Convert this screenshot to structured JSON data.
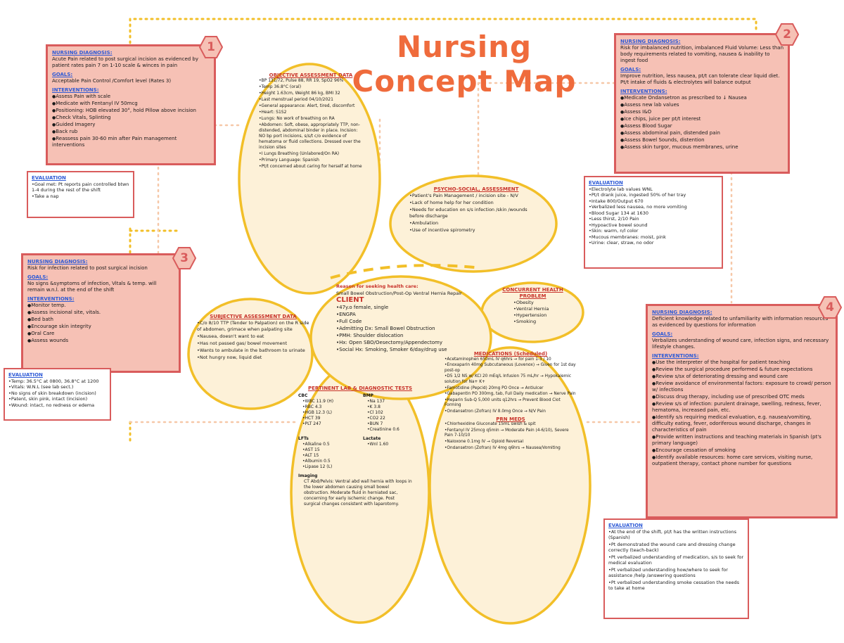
{
  "page_title": "Nursing Concept Map",
  "numbers": [
    "1",
    "2",
    "3",
    "4"
  ],
  "dx1": {
    "nursing_diagnosis_label": "NURSING DIAGNOSIS:",
    "nursing_diagnosis": "Acute Pain related to post surgical incision as evidenced by patient rates pain 7 on 1-10 scale & winces in pain",
    "goals_label": "GOALS:",
    "goals": "Acceptable Pain Control /Comfort level (Rates 3)",
    "interventions_label": "INTERVENTIONS:",
    "interventions": [
      "Assess Pain with scale",
      "Medicate with Fentanyl IV 50mcg",
      "Positioning: HOB elevated 30°, hold Pillow above incision",
      "Check Vitals, Splinting",
      "Guided Imagery",
      "Back rub",
      "Reassess pain 30-60 min after Pain management interventions"
    ],
    "evaluation_label": "EVALUATION",
    "evaluation": [
      "Goal met: Pt reports pain controlled btwn 1-4 during the rest of the shift",
      "Take a nap"
    ]
  },
  "dx2": {
    "nursing_diagnosis_label": "NURSING DIAGNOSIS:",
    "nursing_diagnosis": "Risk for imbalanced nutrition, imbalanced Fluid Volume: Less than body requirements related to vomiting, nausea & inability to ingest food",
    "goals_label": "GOALS:",
    "goals": "Improve nutrition, less nausea, pt/t can tolerate clear liquid diet. Pt/t intake of fluids & electrolytes will balance output",
    "interventions_label": "INTERVENTIONS:",
    "interventions": [
      "Medicate Ondansetron as prescribed to ↓ Nausea",
      "Assess new lab values",
      "Assess I&O",
      "Ice chips, juice per pt/t interest",
      "Assess Blood Sugar",
      "Assess abdominal pain, distended pain",
      "Assess Bowel Sounds, distention",
      "Assess skin turgor, mucous membranes, urine"
    ],
    "evaluation_label": "EVALUATION",
    "evaluation": [
      "Electrolyte lab values WNL",
      "Pt/t drank juice, ingested 50% of her tray",
      "Intake 800/Output 670",
      "Verbalized less nausea, no more vomiting",
      "Blood Sugar 134 at 1630",
      "Less thirst, 2/10 Pain",
      "Hypoactive bowel sound",
      "Skin: warm, n/l color",
      "Mucous membranes: moist, pink",
      "Urine: clear, straw, no odor"
    ]
  },
  "dx3": {
    "nursing_diagnosis_label": "NURSING DIAGNOSIS:",
    "nursing_diagnosis": "Risk for infection related to post surgical incision",
    "goals_label": "GOALS:",
    "goals": "No signs &symptoms of infection, Vitals & temp. will remain w.n.l. at the end of the shift",
    "interventions_label": "INTERVENTIONS:",
    "interventions": [
      "Monitor temp.",
      "Assess incisional site, vitals.",
      "Bed bath",
      "Encourage skin integrity",
      "Oral Care",
      "Assess wounds"
    ],
    "evaluation_label": "EVALUATION",
    "evaluation": [
      "Temp: 36.5°C at 0800, 36.8°C at 1200",
      "Vitals: W.N.L (see lab sect.)",
      "No signs of skin breakdown (incision)",
      "Patent, skin pink, intact (incision)",
      "Wound: intact, no redness or edema"
    ]
  },
  "dx4": {
    "nursing_diagnosis_label": "NURSING DIAGNOSIS:",
    "nursing_diagnosis": "Deficient knowledge related to unfamiliarity with information resources as evidenced by questions for information",
    "goals_label": "GOALS:",
    "goals": "Verbalizes understanding of wound care, infection signs, and necessary lifestyle changes.",
    "interventions_label": "INTERVENTIONS:",
    "interventions": [
      "Use the interpreter of the hospital for patient teaching",
      "Review the surgical procedure performed & future expectations",
      "Review s/sx of deteriorating dressing and wound care",
      "Review avoidance of environmental factors: exposure to crowd/ person w/ infections",
      "Discuss drug therapy, including use of prescribed OTC meds",
      "Review s/s of infection: purulent drainage, swelling, redness, fever, hematoma, increased pain, etc.",
      "Identify s/s requiring medical evaluation, e.g. nausea/vomiting, difficulty eating, fever, odoriferous wound discharge, changes in characteristics of pain",
      "Provide written instructions and teaching materials in Spanish (pt's primary language)",
      "Encourage cessation of smoking",
      "Identify available resources: home care services, visiting nurse, outpatient therapy, contact phone number for questions"
    ],
    "evaluation_label": "EVALUATION",
    "evaluation": [
      "At the end of the shift, pt/t has the written instructions (Spanish)",
      "Pt demonstrated the wound care and dressing change correctly (teach-back)",
      "Pt verbalized understanding of medication, s/s to seek for medical evaluation",
      "Pt verbalized understanding how/where to seek for assistance /help /answering questions",
      "Pt verbalized understanding smoke cessation the needs to take at home"
    ]
  },
  "objective": {
    "title": "OBJECTIVE ASSESSMENT DATA",
    "items": [
      "BP 131/72, Pulse 88, RR 19, SpO2 96%",
      "Temp 36.8°C (oral)",
      "Height 1.63cm, Weight 86 kg, BMI 32",
      "Last menstrual period 04/10/2021",
      "General appearance: Alert, tired, discomfort",
      "Heart: S1S2",
      "Lungs: No work of breathing on RA",
      "Abdomen: Soft, obese, appropriately TTP, non-distended, abdominal binder in place. Incision: NO bp port incisions, s/s/t c/o evidence of hematoma or fluid collections. Dressed over the incision sites",
      "I Lungs Breathing (Unlabored/On RA)",
      "Primary Language: Spanish",
      "Pt/t concerned about caring for herself at home"
    ]
  },
  "psych": {
    "title": "PSYCHO-SOCIAL, ASSESSMENT",
    "items": [
      "Patient's Pain Management / incision site - N/V",
      "Lack of home help for her condition",
      "Needs for education on s/s infection /skin /wounds before discharge",
      "Ambulation",
      "Use of incentive spirometry"
    ]
  },
  "client": {
    "reason_label": "Reason for seeking health care:",
    "reason": "Small Bowel Obstruction/Post-Op Ventral Hernia Repair",
    "title": "CLIENT",
    "items": [
      "47y.o female, single",
      "ENGPA",
      "Full Code",
      "Admitting Dx: Small Bowel Obstruction",
      "PMH: Shoulder dislocation",
      "Hx: Open SBO/Oesectomy/Appendectomy",
      "Social Hx: Smoking, Smoker 6/day/drug use"
    ]
  },
  "concurrent": {
    "title": "CONCURRENT HEALTH PROBLEM",
    "items": [
      "Obesity",
      "Ventral Hernia",
      "Hypertension",
      "Smoking"
    ]
  },
  "subjective": {
    "title": "SUBJECTIVE ASSESSMENT DATA",
    "items": [
      "C/o 8/10 TTP (Tender to Palpation) on the R side of abdomen, grimace when palpating site",
      "Nausea, doesn't want to eat",
      "Has not passed gas/ bowel movement",
      "Wants to ambulate in the bathroom to urinate",
      "Not hungry now, liquid diet"
    ]
  },
  "labs": {
    "title": "PERTINENT LAB & DIAGNOSTIC TESTS",
    "cbc_label": "CBC",
    "cbc": [
      "WBC 11.9 (H)",
      "RBC 4.3",
      "HGB 12.3 (L)",
      "HCT 39",
      "PLT 247"
    ],
    "bmp_label": "BMP",
    "bmp": [
      "Na 137",
      "K 3.8",
      "Cl 102",
      "CO2 22",
      "BUN 7",
      "Creatinine 0.6"
    ],
    "lfts_label": "LFTs",
    "lfts": [
      "Alkaline 0.5",
      "AST 15",
      "ALT 15",
      "Albumin 0.5",
      "Lipase 12 (L)"
    ],
    "other_label": "Lactate",
    "other": [
      "Wnl 1.60"
    ],
    "imaging_label": "Imaging",
    "imaging": "CT Abd/Pelvis: Ventral abd wall hernia with loops in the lower abdomen causing small bowel obstruction. Moderate fluid in herniated sac, concerning for early ischemic change. Post surgical changes consistent with laparotomy."
  },
  "meds": {
    "title": "MEDICATIONS (Scheduled)",
    "items": [
      "Acetaminophen 650mL IV q6hrs → for pain 1-3 / 10",
      "Enoxaparin 40mg Subcutaneous (Lovenox) → Given for 1st day post-op",
      "D5 1/2 NS w/ KCl 20 mEq/L Infusion 75 mL/hr → Hypokalemic solution for Na+ K+",
      "Famotidine (Pepcid) 20mg PO Once → Antiulcer",
      "Gabapentin PO 300mg, tab, Full Daily medication → Nerve Pain",
      "Heparin Sub-Q 5,000 units q12hrs → Prevent Blood Clot Forming",
      "Ondansetron (Zofran) IV 8.0mg Once → N/V Pain"
    ],
    "prn_label": "PRN MEDS",
    "prn": [
      "Chlorhexidine Gluconate 15mL swish & spit",
      "Fentanyl IV 25mcg q5min → Moderate Pain (4-6/10), Severe Pain 7-10/10",
      "Naloxone 0.1mg IV → Opioid Reversal",
      "Ondansetron (Zofran) IV 4mg q6hrs → Nausea/Vomiting"
    ]
  },
  "colors": {
    "box_fill": "#f6c1b5",
    "box_border": "#d95c5c",
    "oval_fill": "#fdf1d8",
    "oval_border": "#f2bf28",
    "header_blue": "#2f5bd6",
    "header_red": "#c8322a",
    "title": "#ef6b3c"
  }
}
